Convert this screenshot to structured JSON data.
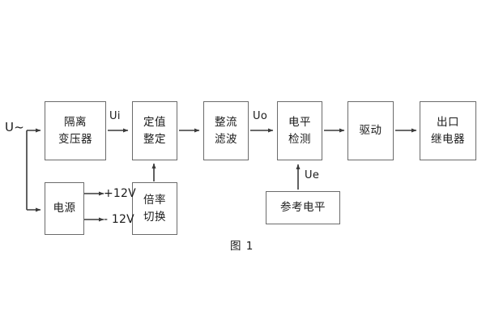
{
  "diagram": {
    "caption": "图 1",
    "input_label": "U~",
    "blocks": [
      {
        "id": "isolation-transformer",
        "lines": [
          "隔离",
          "变压器"
        ]
      },
      {
        "id": "setting-value",
        "lines": [
          "定值",
          "整定"
        ]
      },
      {
        "id": "rectify-filter",
        "lines": [
          "整流",
          "滤波"
        ]
      },
      {
        "id": "level-detect",
        "lines": [
          "电平",
          "检测"
        ]
      },
      {
        "id": "drive",
        "lines": [
          "驱动"
        ]
      },
      {
        "id": "output-relay",
        "lines": [
          "出口",
          "继电器"
        ]
      },
      {
        "id": "power-supply",
        "lines": [
          "电源"
        ]
      },
      {
        "id": "ratio-switch",
        "lines": [
          "倍率",
          "切换"
        ]
      },
      {
        "id": "reference-level",
        "lines": [
          "参考电平"
        ]
      }
    ],
    "signal_labels": [
      {
        "id": "ui",
        "text": "Ui"
      },
      {
        "id": "uo",
        "text": "Uo"
      },
      {
        "id": "ue",
        "text": "Ue"
      }
    ],
    "rail_labels": [
      {
        "id": "rail-pos",
        "text": "+12V"
      },
      {
        "id": "rail-neg",
        "text": "- 12V"
      }
    ],
    "colors": {
      "background": "#ffffff",
      "block_border": "#6b6b6b",
      "wire": "#3a3a3a",
      "text": "#1a1a1a"
    }
  }
}
